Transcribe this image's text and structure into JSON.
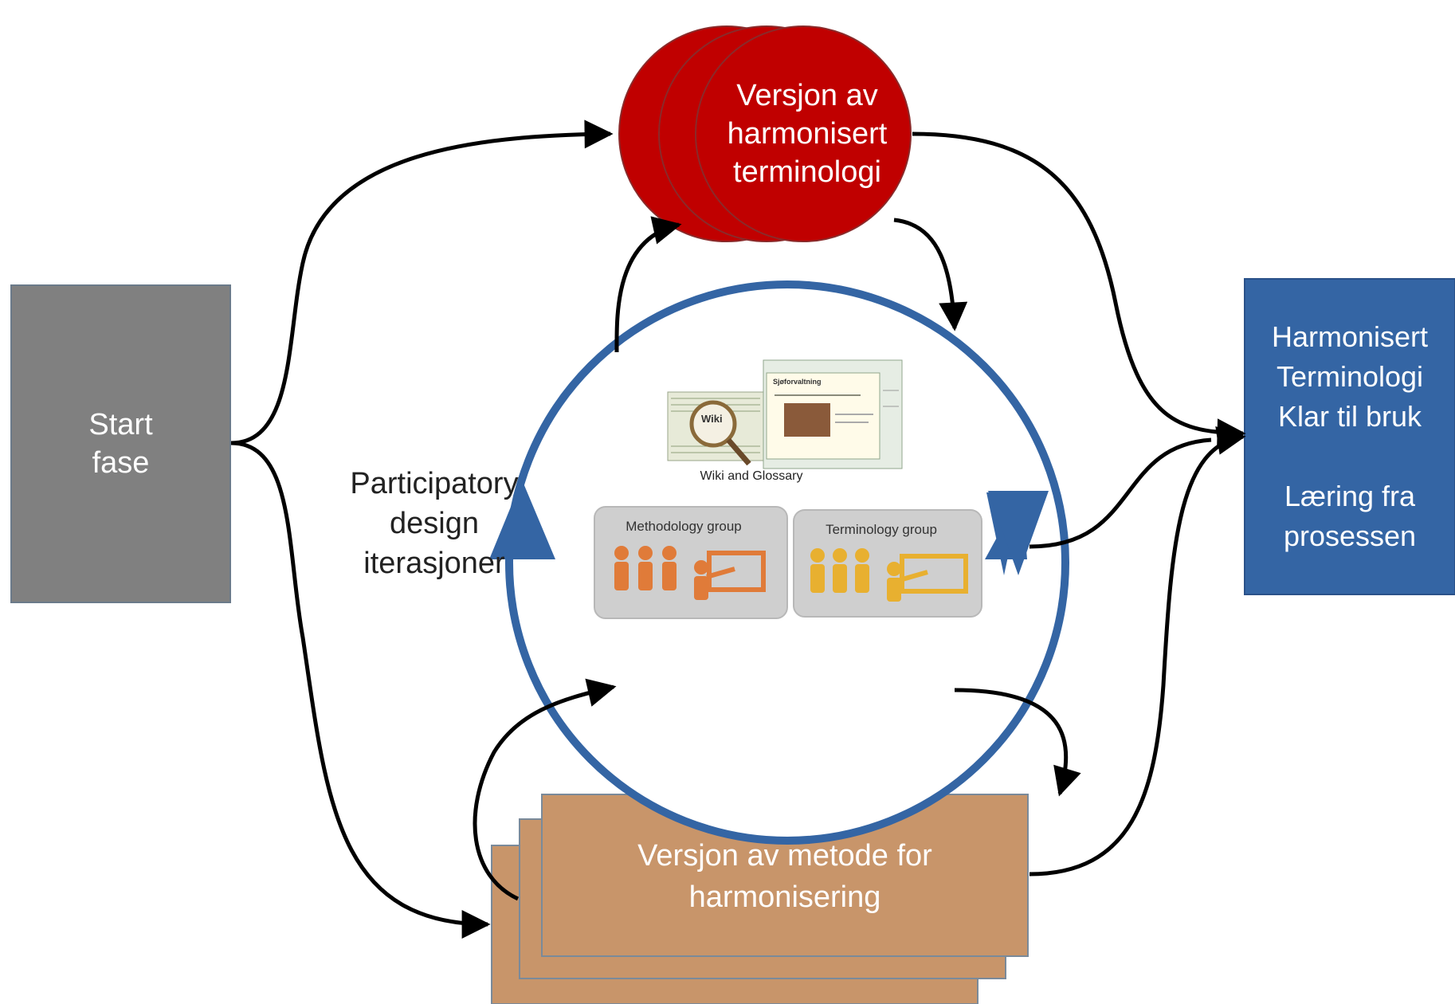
{
  "start_box": {
    "lines": [
      "Start",
      "fase"
    ],
    "color": "#808080"
  },
  "terminology_version": {
    "lines": [
      "Versjon av",
      "harmonisert",
      "terminologi"
    ],
    "color": "#c00000"
  },
  "method_version": {
    "lines": [
      "Versjon av metode for",
      "harmonisering"
    ],
    "color": "#c8956a"
  },
  "result_box": {
    "lines": [
      "Harmonisert",
      "Terminologi",
      "Klar til bruk",
      "",
      "Læring fra",
      "prosessen"
    ],
    "color": "#3465a4"
  },
  "cycle": {
    "label_lines": [
      "Participatory",
      "design",
      "iterasjoner"
    ],
    "ring_color": "#3465a4"
  },
  "inner": {
    "wiki_caption": "Wiki and Glossary",
    "wiki_icon_text": "Wiki",
    "glossary_heading": "Sjøforvaltning",
    "methodology_group": "Methodology group",
    "terminology_group": "Terminology group",
    "methodology_color": "#e07b39",
    "terminology_color": "#e8b030"
  }
}
